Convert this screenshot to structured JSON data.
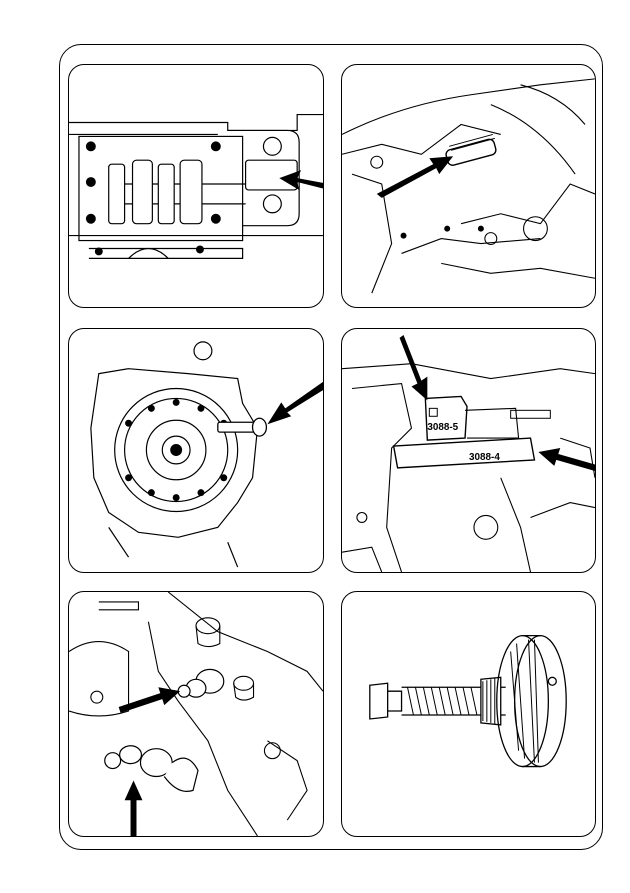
{
  "panels": [
    {
      "id": "camshaft-locking-tool",
      "labels": []
    },
    {
      "id": "locking-pin-engine-bay",
      "labels": []
    },
    {
      "id": "sprocket-locking-pin",
      "labels": []
    },
    {
      "id": "pump-alignment-tools",
      "labels": [
        "3088-5",
        "3088-4"
      ]
    },
    {
      "id": "tensioner-adjusters",
      "labels": []
    },
    {
      "id": "threaded-tensioner-tool",
      "labels": []
    }
  ],
  "colors": {
    "line": "#000000",
    "background": "#ffffff"
  }
}
